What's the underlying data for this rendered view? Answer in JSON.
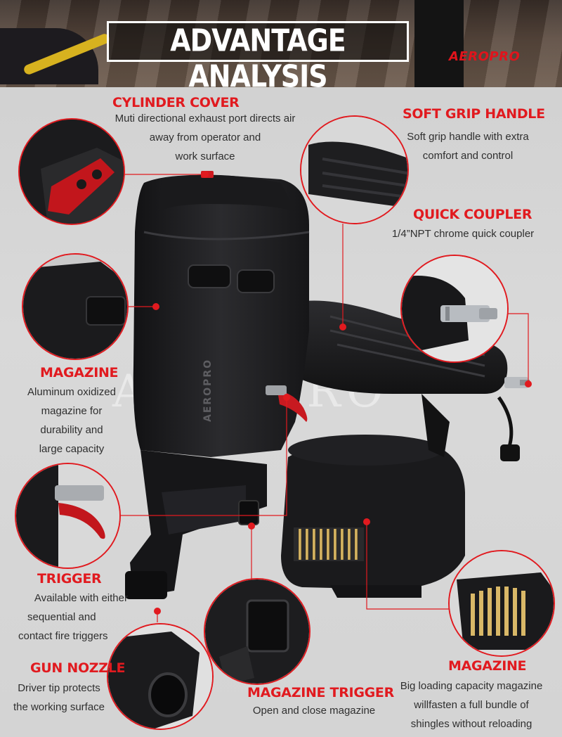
{
  "header": {
    "title": "ADVANTAGE ANALYSIS",
    "brand": "AEROPRO"
  },
  "watermark": "AEROPRO",
  "product_marking": "AEROPRO",
  "features": {
    "cylinder_cover": {
      "title": "CYLINDER COVER",
      "lines": [
        "Muti directional exhaust port directs air",
        "away from operator and",
        "work surface"
      ]
    },
    "soft_grip": {
      "title": "SOFT GRIP HANDLE",
      "lines": [
        "Soft grip handle with extra",
        "comfort and control"
      ]
    },
    "quick_coupler": {
      "title": "QUICK COUPLER",
      "lines": [
        "1/4”NPT chrome quick coupler"
      ]
    },
    "magazine_left": {
      "title": "MAGAZINE",
      "lines": [
        "Aluminum oxidized",
        "magazine for",
        "durability and",
        "large capacity"
      ]
    },
    "trigger": {
      "title": "TRIGGER",
      "lines": [
        "Available with either",
        "sequential and",
        "contact fire triggers"
      ]
    },
    "gun_nozzle": {
      "title": "GUN NOZZLE",
      "lines": [
        "Driver tip protects",
        "the working surface"
      ]
    },
    "magazine_trigger": {
      "title": "MAGAZINE TRIGGER",
      "lines": [
        "Open and close magazine"
      ]
    },
    "magazine_right": {
      "title": "MAGAZINE",
      "lines": [
        "Big loading capacity magazine",
        "willfasten a full bundle of",
        "shingles without reloading"
      ]
    }
  },
  "colors": {
    "accent": "#e11a1f",
    "tool_body": "#1c1c1e",
    "background": "#d4d4d4",
    "text": "#2f2f2f"
  }
}
